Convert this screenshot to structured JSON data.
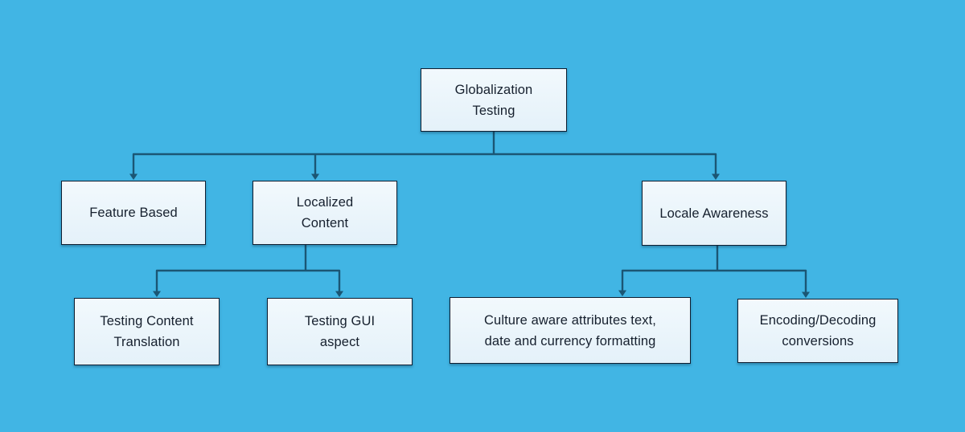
{
  "diagram": {
    "type": "flowchart",
    "orientation": "top-down",
    "nodes": {
      "globalization_testing": {
        "label": "Globalization\nTesting"
      },
      "feature_based": {
        "label": "Feature Based"
      },
      "localized_content": {
        "label": "Localized\nContent"
      },
      "locale_awareness": {
        "label": "Locale Awareness"
      },
      "testing_content_translation": {
        "label": "Testing Content\nTranslation"
      },
      "testing_gui_aspect": {
        "label": "Testing GUI\naspect"
      },
      "culture_aware": {
        "label": "Culture aware attributes text,\ndate and currency formatting"
      },
      "encoding_decoding": {
        "label": "Encoding/Decoding\nconversions"
      }
    },
    "edges": [
      {
        "from": "Globalization Testing",
        "to": "Feature Based"
      },
      {
        "from": "Globalization Testing",
        "to": "Localized Content"
      },
      {
        "from": "Globalization Testing",
        "to": "Locale Awareness"
      },
      {
        "from": "Localized Content",
        "to": "Testing Content Translation"
      },
      {
        "from": "Localized Content",
        "to": "Testing GUI aspect"
      },
      {
        "from": "Locale Awareness",
        "to": "Culture aware attributes text, date and currency formatting"
      },
      {
        "from": "Locale Awareness",
        "to": "Encoding/Decoding conversions"
      }
    ],
    "colors": {
      "background": "#41b5e4",
      "node_fill": "#eaf5fb",
      "node_border": "#0f1e31",
      "connector": "#1b5674",
      "text": "#16202e"
    }
  }
}
